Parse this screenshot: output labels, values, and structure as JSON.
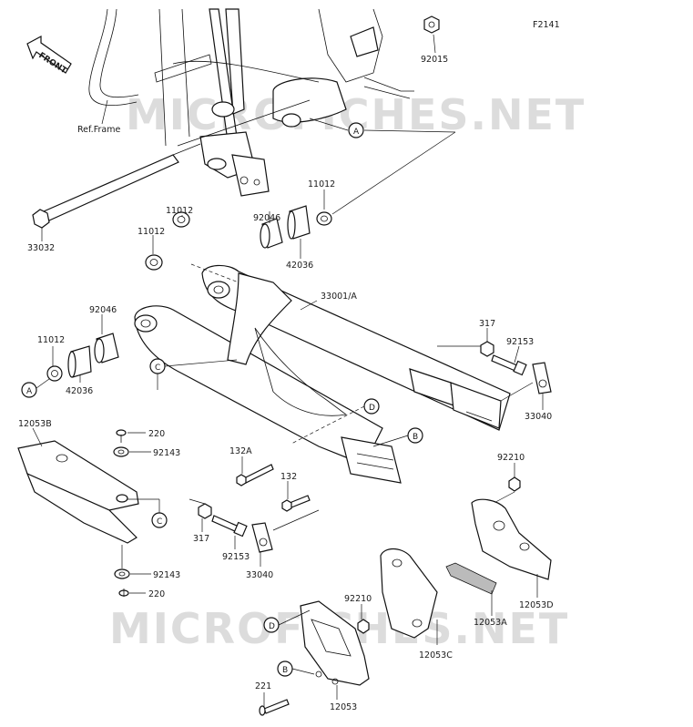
{
  "diagram": {
    "code": "F2141",
    "watermark": "MICROFICHES.NET",
    "front_label": "FRONT",
    "ref_frame_label": "Ref.Frame",
    "callout_letters": [
      "A",
      "B",
      "C",
      "D"
    ]
  },
  "parts": {
    "p92015": "92015",
    "p11012a": "11012",
    "p11012b": "11012",
    "p11012c": "11012",
    "p11012d": "11012",
    "p92046a": "92046",
    "p92046b": "92046",
    "p42036a": "42036",
    "p42036b": "42036",
    "p33032": "33032",
    "p33001": "33001/A",
    "p317a": "317",
    "p317b": "317",
    "p92153a": "92153",
    "p92153b": "92153",
    "p33040a": "33040",
    "p33040b": "33040",
    "p12053B": "12053B",
    "p220a": "220",
    "p220b": "220",
    "p92143a": "92143",
    "p92143b": "92143",
    "p132A": "132A",
    "p132": "132",
    "p92210a": "92210",
    "p92210b": "92210",
    "p12053D": "12053D",
    "p12053A": "12053A",
    "p12053C": "12053C",
    "p12053": "12053",
    "p221": "221"
  }
}
